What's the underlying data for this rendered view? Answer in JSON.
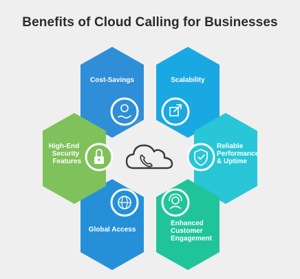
{
  "title": "Benefits of Cloud Calling for Businesses",
  "colors": {
    "background": "#efefef",
    "cost_savings": "#2f8ed8",
    "scalability": "#1aa8e2",
    "reliable": "#28c6d6",
    "engagement": "#20c49a",
    "global_access": "#2590d8",
    "security": "#7fc15a"
  },
  "hexagons": [
    {
      "key": "cost_savings",
      "label_lines": [
        "Cost-Savings"
      ],
      "icon": "hand-coin-icon"
    },
    {
      "key": "scalability",
      "label_lines": [
        "Scalability"
      ],
      "icon": "expand-arrow-icon"
    },
    {
      "key": "reliable",
      "label_lines": [
        "Reliable",
        "Performance",
        "& Uptime"
      ],
      "icon": "shield-check-icon"
    },
    {
      "key": "engagement",
      "label_lines": [
        "Enhanced",
        "Customer",
        "Engagement"
      ],
      "icon": "headset-agent-icon"
    },
    {
      "key": "global_access",
      "label_lines": [
        "Global Access"
      ],
      "icon": "globe-icon"
    },
    {
      "key": "security",
      "label_lines": [
        "High-End",
        "Security",
        "Features"
      ],
      "icon": "lock-icon"
    }
  ],
  "center_icon": "cloud-phone-icon"
}
